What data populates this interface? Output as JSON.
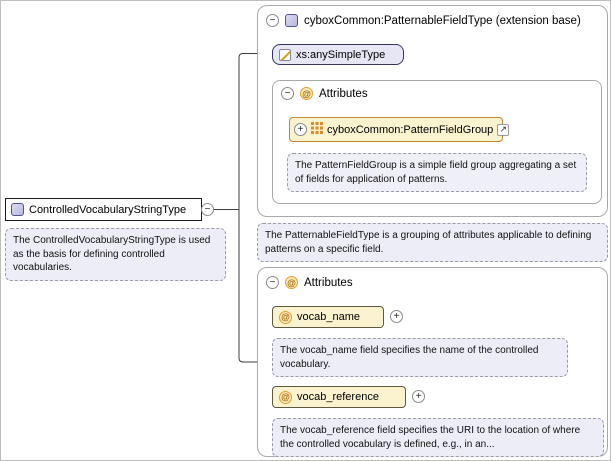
{
  "diagram": {
    "main_type": {
      "label": "ControlledVocabularyStringType",
      "doc": "The ControlledVocabularyStringType is used as the basis for defining controlled vocabularies."
    },
    "extension": {
      "header_label": "cyboxCommon:PatternableFieldType (extension base)",
      "base_type_label": "xs:anySimpleType",
      "attributes_header": "Attributes",
      "group_ref": {
        "label": "cyboxCommon:PatternFieldGroup",
        "doc": "The PatternFieldGroup is a simple field group aggregating a set of fields for application of patterns."
      },
      "doc": "The PatternableFieldType is a grouping of attributes applicable to defining patterns on a specific field."
    },
    "attributes": {
      "header_label": "Attributes",
      "items": [
        {
          "name": "vocab_name",
          "doc": "The vocab_name field specifies the name of the controlled vocabulary."
        },
        {
          "name": "vocab_reference",
          "doc": "The vocab_reference field specifies the URI to the location of where the controlled vocabulary is defined, e.g., in an..."
        }
      ]
    }
  },
  "glyphs": {
    "collapse": "−",
    "expand": "+",
    "attribute": "@",
    "link": "↗"
  },
  "colors": {
    "type_fill": "#E6E6F5",
    "attr_fill": "#FBF2CF",
    "attr_border": "#C3872F",
    "doc_fill": "#EDEDF8",
    "container_border": "#A8A8A8"
  }
}
